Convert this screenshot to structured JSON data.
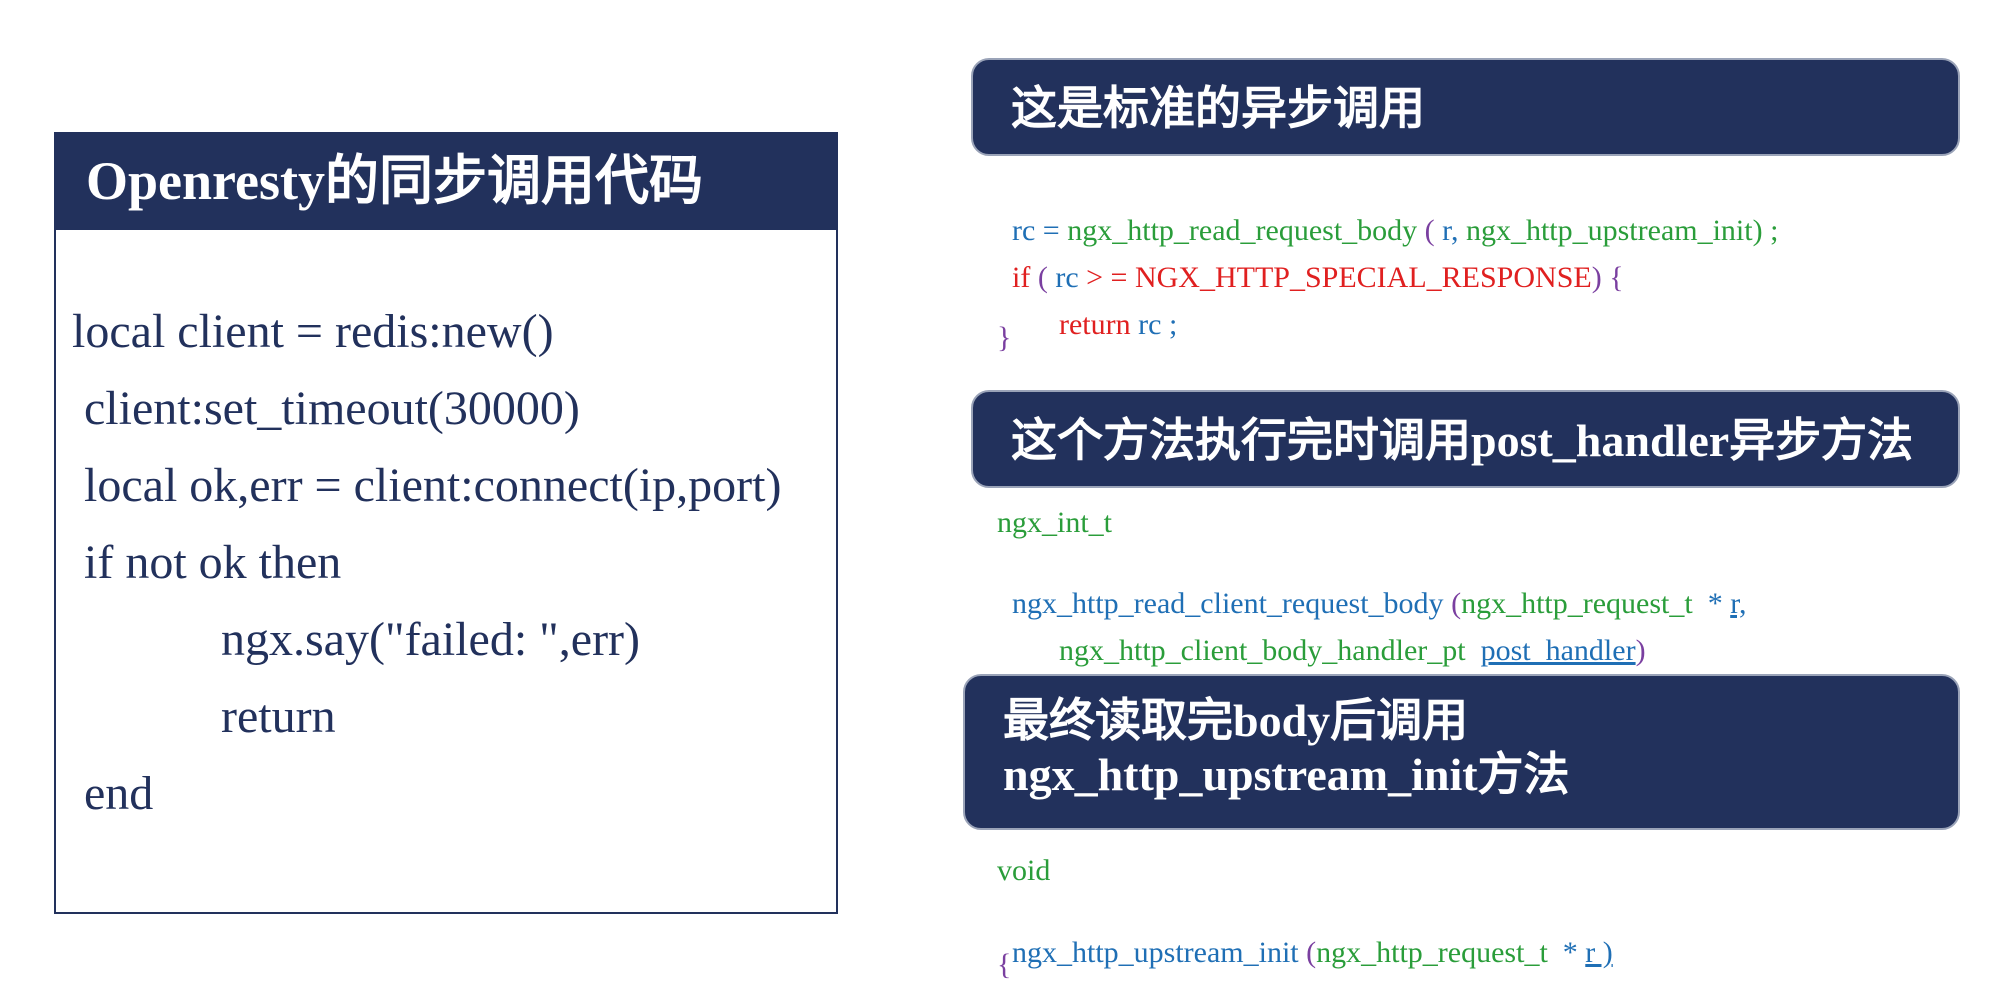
{
  "left": {
    "title": "Openresty的同步调用代码",
    "lines": [
      "local client = redis:new()",
      "client:set_timeout(30000)",
      "local ok,err = client:connect(ip,port)",
      "if not ok then",
      "ngx.say(\"failed: \",err)",
      "return",
      "end"
    ]
  },
  "right": {
    "section1": {
      "title": "这是标准的异步调用",
      "line1": {
        "a": "rc = ",
        "b": "ngx_http_read_request_body",
        "c": " ( ",
        "d": "r, ",
        "e": "ngx_http_upstream_init",
        "f": ") ;"
      },
      "line2": {
        "a": "if",
        "b": " ( ",
        "c": "rc",
        "d": " > = NGX_HTTP_SPECIAL_RESPONSE",
        "e": ") {"
      },
      "line3": {
        "a": "return ",
        "b": "rc ;"
      },
      "line4": "}"
    },
    "section2": {
      "title": "这个方法执行完时调用post_handler异步方法",
      "line1": "ngx_int_t",
      "line2": {
        "a": "ngx_http_read_client_request_body",
        "b": " (",
        "c": "ngx_http_request_t",
        "d": "  * ",
        "e": "r,"
      },
      "line3": {
        "a": "ngx_http_client_body_handler_pt",
        "b": "post_handler",
        "c": ")"
      }
    },
    "section3": {
      "title_line1": "最终读取完body后调用",
      "title_line2": "ngx_http_upstream_init方法",
      "line1": "void",
      "line2": {
        "a": "ngx_http_upstream_init",
        "b": " (",
        "c": "ngx_http_request_t",
        "d": "  * ",
        "e": "r )"
      },
      "line3": "{"
    }
  }
}
